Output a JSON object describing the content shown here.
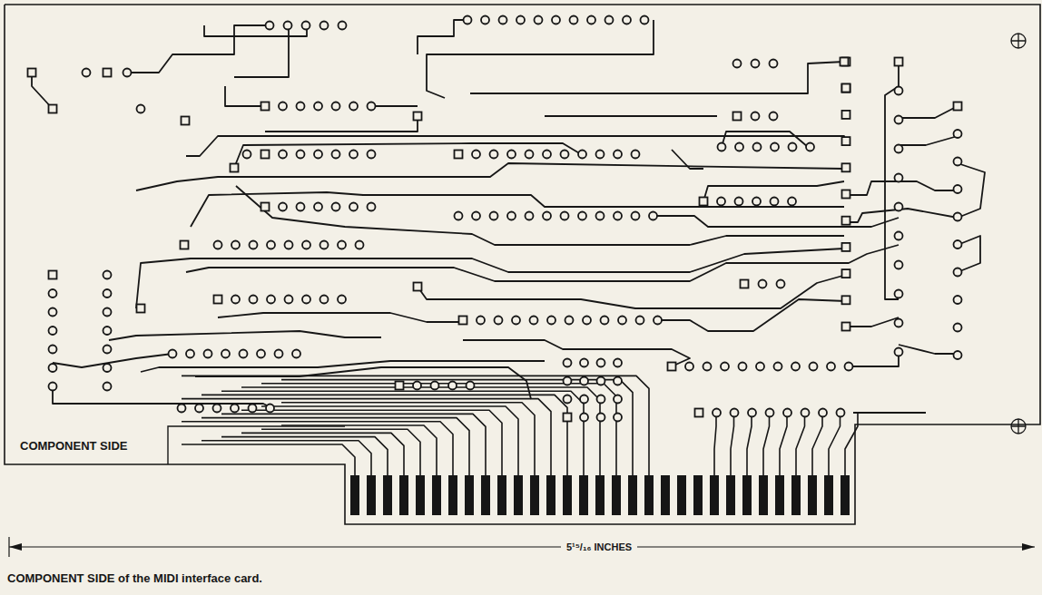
{
  "diagram": {
    "caption": "COMPONENT SIDE of the MIDI interface card.",
    "labels": [
      "COMPONENT SIDE",
      "5¹⁵/₁₆ INCHES"
    ]
  }
}
